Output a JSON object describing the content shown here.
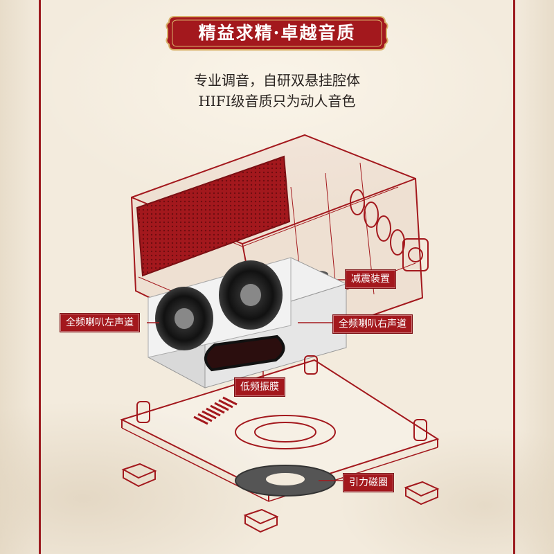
{
  "banner": {
    "title": "精益求精·卓越音质"
  },
  "subtitle": {
    "line1": "专业调音，自研双悬挂腔体",
    "line2": "HIFI级音质只为动人音色"
  },
  "callouts": {
    "shock": "减震装置",
    "left": "全频喇叭左声道",
    "right": "全频喇叭右声道",
    "bass": "低频振膜",
    "magnet": "引力磁圈"
  },
  "colors": {
    "accent": "#a3181d",
    "gold": "#d8b26a",
    "paper": "#f3ebdd",
    "text": "#2b2522"
  }
}
